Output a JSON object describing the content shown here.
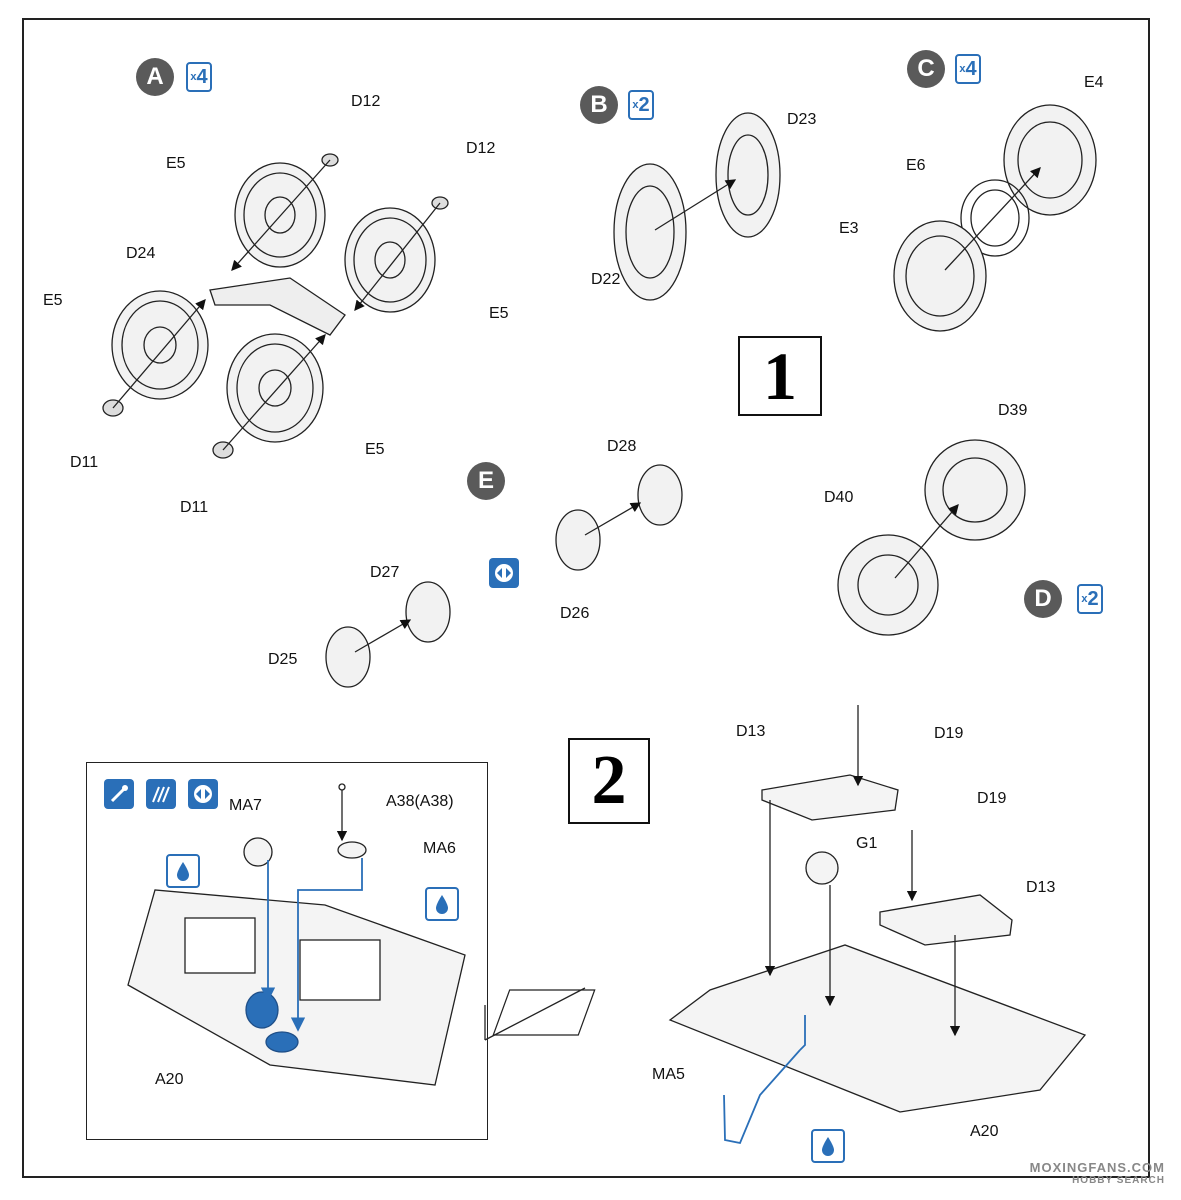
{
  "steps": {
    "one": "1",
    "two": "2"
  },
  "groups": {
    "A": {
      "letter": "A",
      "qty": "4"
    },
    "B": {
      "letter": "B",
      "qty": "2"
    },
    "C": {
      "letter": "C",
      "qty": "4"
    },
    "D": {
      "letter": "D",
      "qty": "2"
    },
    "E": {
      "letter": "E"
    }
  },
  "qty_prefix": "x",
  "labels": {
    "d12a": "D12",
    "d12b": "D12",
    "e5a": "E5",
    "d24": "D24",
    "e5b": "E5",
    "e5c": "E5",
    "e5d": "E5",
    "d11a": "D11",
    "d11b": "D11",
    "d23": "D23",
    "d22": "D22",
    "e4": "E4",
    "e6": "E6",
    "e3": "E3",
    "d28": "D28",
    "d26": "D26",
    "d27": "D27",
    "d25": "D25",
    "d39": "D39",
    "d40": "D40",
    "d13a": "D13",
    "d19a": "D19",
    "d19b": "D19",
    "g1": "G1",
    "d13b": "D13",
    "a20b": "A20",
    "ma5": "MA5",
    "ma7": "MA7",
    "a38": "A38(A38)",
    "ma6": "MA6",
    "a20a": "A20"
  },
  "watermark": {
    "line1": "MOXINGFANS.COM",
    "line2": "HOBBY SEARCH"
  },
  "icons": [
    "paint-brush-icon",
    "photo-etch-icon",
    "optional-part-icon",
    "glue-drop-icon"
  ],
  "colors": {
    "accent": "#2a6fb8",
    "badge": "#5a5a5a",
    "line": "#222222"
  }
}
